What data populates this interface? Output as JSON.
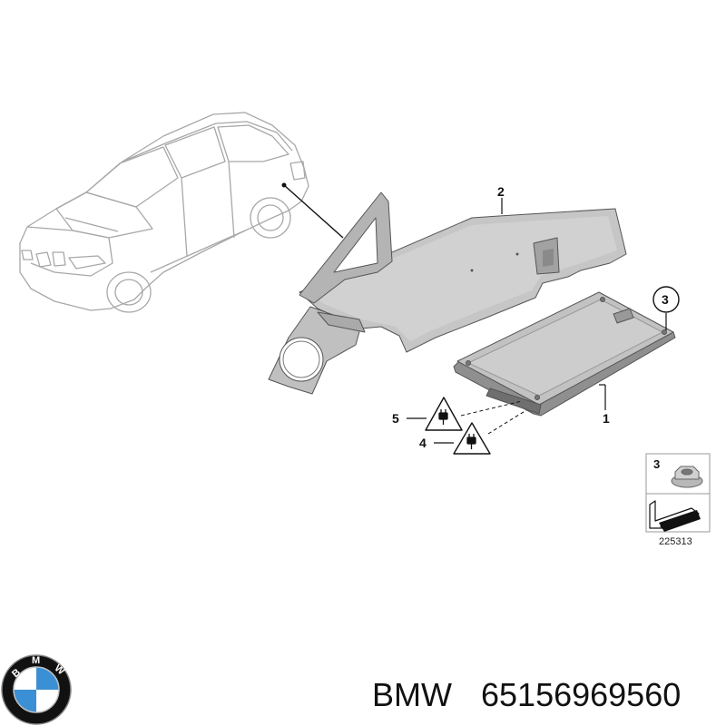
{
  "callouts": {
    "bracket": "2",
    "control_unit": "1",
    "nut": "3",
    "warning_upper": "5",
    "warning_lower": "4"
  },
  "legend": {
    "nut_label": "3"
  },
  "diagram_number": "225313",
  "footer": {
    "brand": "BMW",
    "part_number": "65156969560"
  },
  "logo": {
    "letters": [
      "B",
      "M",
      "W"
    ]
  },
  "colors": {
    "line": "#8c8c8c",
    "metal": "#c4c4c4",
    "metal_dark": "#9a9a9a",
    "box": "#b8b8b8",
    "logo_blue": "#3b8fd4"
  }
}
